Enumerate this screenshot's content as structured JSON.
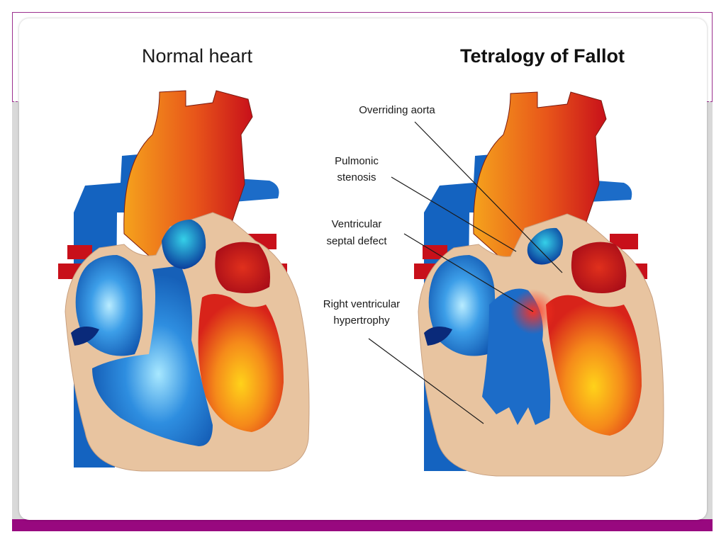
{
  "titles": {
    "normal": "Normal heart",
    "tetralogy": "Tetralogy of Fallot"
  },
  "labels": {
    "overriding_aorta": "Overriding aorta",
    "pulmonic_line1": "Pulmonic",
    "pulmonic_line2": "stenosis",
    "vsd_line1": "Ventricular",
    "vsd_line2": "septal defect",
    "rvh_line1": "Right ventricular",
    "rvh_line2": "hypertrophy"
  },
  "colors": {
    "slide_border": "#9b2f8e",
    "slide_bar": "#98087f",
    "muscle": "#e8c4a0",
    "oxygen_poor": "#1f6fc4",
    "oxygen_rich": "#d8231a"
  }
}
